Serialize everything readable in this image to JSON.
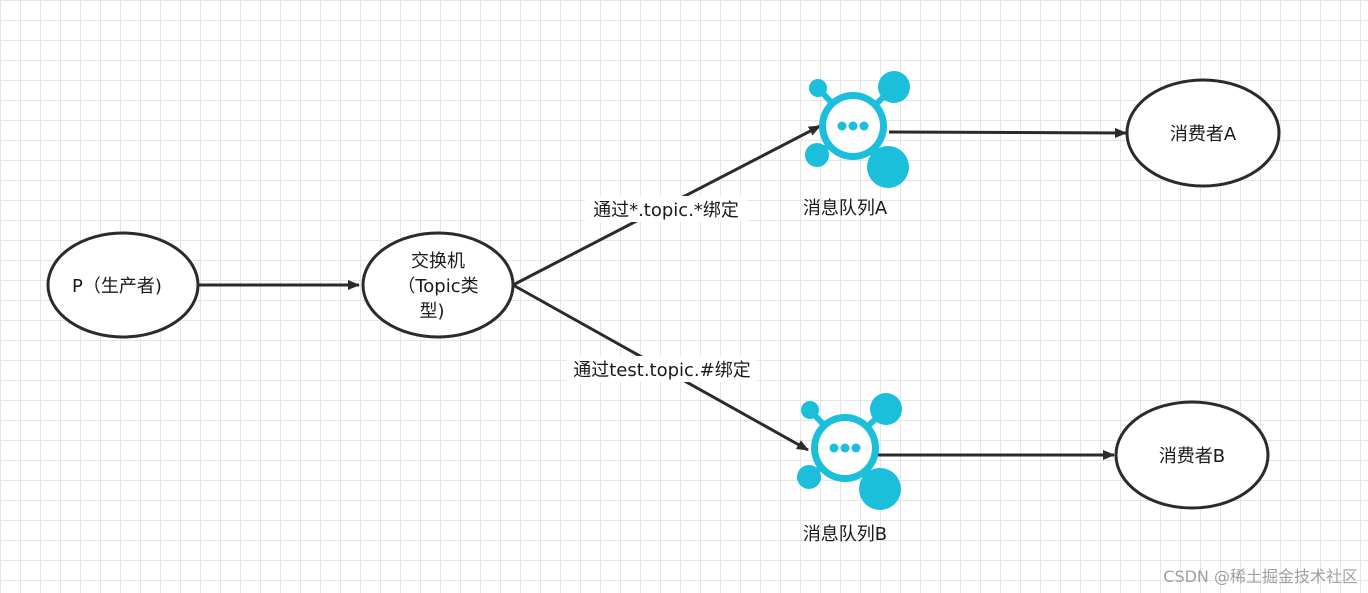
{
  "nodes": {
    "producer": {
      "label": "P（生产者)"
    },
    "exchange": {
      "lines": [
        "交换机",
        "（Topic类",
        "型)"
      ]
    },
    "queue_a": {
      "label": "消息队列A"
    },
    "queue_b": {
      "label": "消息队列B"
    },
    "consumer_a": {
      "label": "消费者A"
    },
    "consumer_b": {
      "label": "消费者B"
    }
  },
  "edges": {
    "binding_a": {
      "label": "通过*.topic.*绑定"
    },
    "binding_b": {
      "label": "通过test.topic.#绑定"
    }
  },
  "icon": {
    "name": "message-queue-icon",
    "color": "#1bbfdc"
  },
  "watermark": "CSDN @稀土掘金技术社区"
}
